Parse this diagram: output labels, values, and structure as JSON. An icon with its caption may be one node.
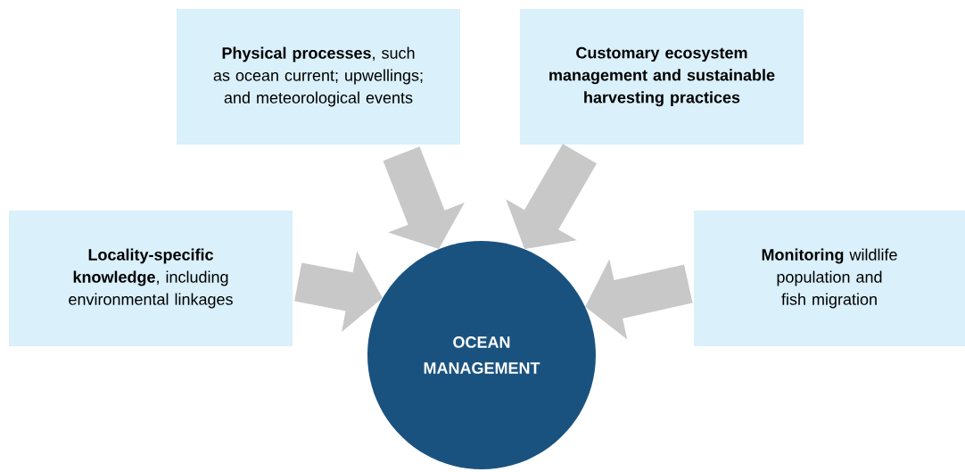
{
  "diagram": {
    "nodes": [
      {
        "text": [
          "**Physical processes**, such as ocean current; upwellings; and meteorological events"
        ]
      },
      {
        "text": [
          "Customary ecosystem management and sustainable harvesting practices"
        ]
      },
      {
        "text": [
          "**Locality-specific knowledge**, including environmental linkages"
        ]
      },
      {
        "text": [
          "**Monitoring** wildlife population and fish migration"
        ]
      },
      {
        "text": [
          "OCEAN MANAGEMENT"
        ]
      }
    ],
    "edges": [
      {
        "from": 0,
        "to": 4,
        "arrow": "to"
      },
      {
        "from": 1,
        "to": 4,
        "arrow": "to"
      },
      {
        "from": 2,
        "to": 4,
        "arrow": "to"
      },
      {
        "from": 3,
        "to": 4,
        "arrow": "to"
      }
    ]
  }
}
